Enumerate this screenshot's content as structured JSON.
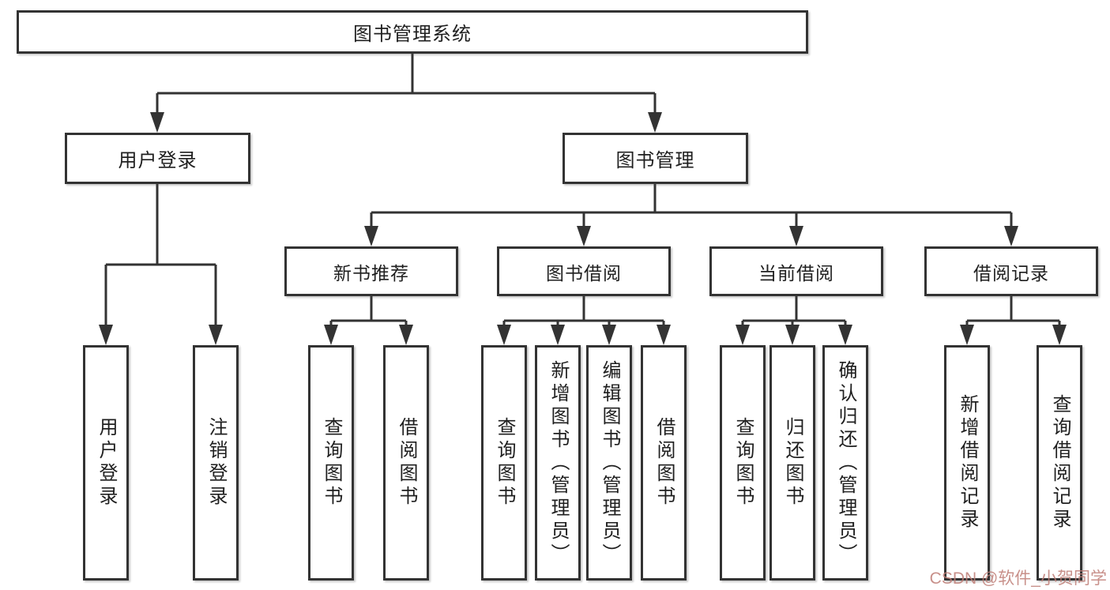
{
  "diagram": {
    "root": {
      "label": "图书管理系统"
    },
    "branches": [
      {
        "label": "用户登录"
      },
      {
        "label": "图书管理"
      }
    ],
    "modules": [
      {
        "label": "新书推荐"
      },
      {
        "label": "图书借阅"
      },
      {
        "label": "当前借阅"
      },
      {
        "label": "借阅记录"
      }
    ],
    "leaves": [
      {
        "label": "用户登录"
      },
      {
        "label": "注销登录"
      },
      {
        "label": "查询图书"
      },
      {
        "label": "借阅图书"
      },
      {
        "label": "查询图书"
      },
      {
        "label": "新增图书（管理员）"
      },
      {
        "label": "编辑图书（管理员）"
      },
      {
        "label": "借阅图书"
      },
      {
        "label": "查询图书"
      },
      {
        "label": "归还图书"
      },
      {
        "label": "确认归还（管理员）"
      },
      {
        "label": "新增借阅记录"
      },
      {
        "label": "查询借阅记录"
      }
    ]
  },
  "watermark": {
    "text": "CSDN @软件_小贺同学"
  },
  "colors": {
    "line": "#333333",
    "border": "#333333",
    "text": "#1f1f1f",
    "background": "#ffffff",
    "watermark": "#be7d76"
  }
}
